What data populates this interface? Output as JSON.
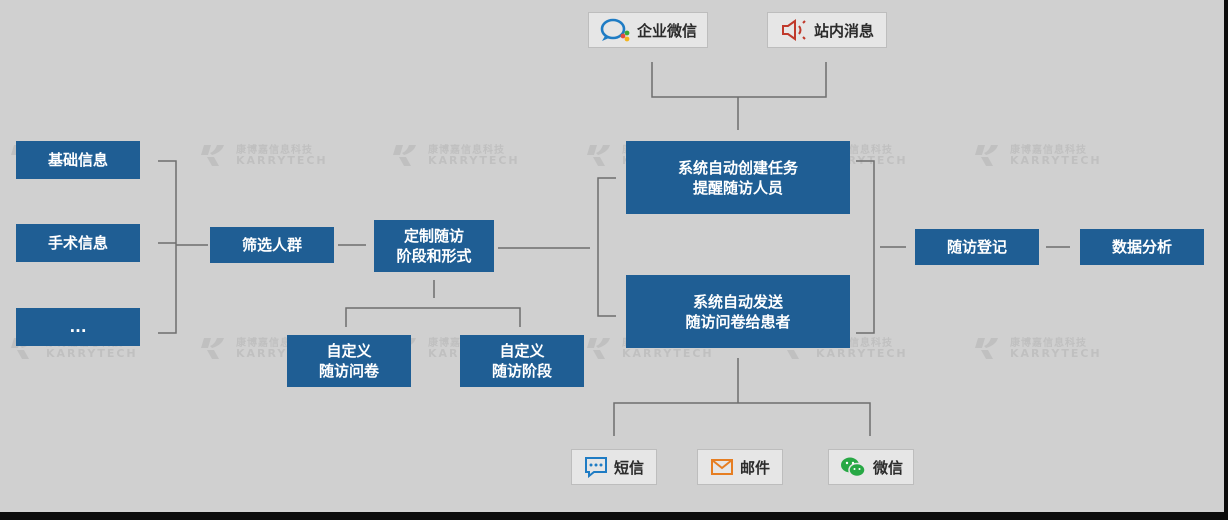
{
  "nodes": {
    "basic_info": "基础信息",
    "surgery_info": "手术信息",
    "more": "...",
    "filter": "筛选人群",
    "customize_stage_1": "定制随访",
    "customize_stage_2": "阶段和形式",
    "custom_questionnaire_1": "自定义",
    "custom_questionnaire_2": "随访问卷",
    "custom_stage_1": "自定义",
    "custom_stage_2": "随访阶段",
    "auto_task_1": "系统自动创建任务",
    "auto_task_2": "提醒随访人员",
    "auto_send_1": "系统自动发送",
    "auto_send_2": "随访问卷给患者",
    "register": "随访登记",
    "analysis": "数据分析"
  },
  "channels": {
    "wecom": "企业微信",
    "inbox": "站内消息",
    "sms": "短信",
    "email": "邮件",
    "wechat": "微信"
  },
  "watermark": {
    "cn": "康博嘉信息科技",
    "en": "KARRYTECH"
  },
  "colors": {
    "box_fill": "#1f5e94",
    "channel_fill": "#e6e6e6",
    "background": "#d0d0d0",
    "connector": "#6e6e6e"
  }
}
